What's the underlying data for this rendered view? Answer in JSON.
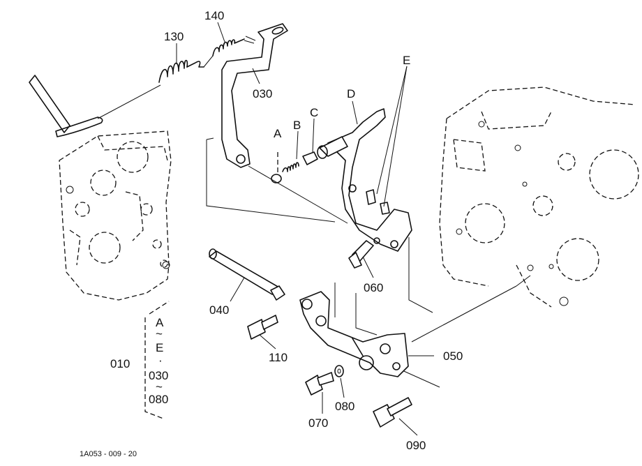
{
  "callouts": {
    "p140": "140",
    "p130": "130",
    "p030": "030",
    "pD": "D",
    "pE": "E",
    "pA": "A",
    "pB": "B",
    "pC": "C",
    "p060": "060",
    "p040": "040",
    "p110": "110",
    "p050": "050",
    "p070": "070",
    "p080": "080",
    "p090": "090",
    "p010": "010"
  },
  "range_note": {
    "a": "A",
    "tilde1": "~",
    "e": "E",
    "dot": "·",
    "c030": "030",
    "tilde2": "~",
    "c080": "080"
  },
  "figure_code": "1A053 - 009 - 20"
}
